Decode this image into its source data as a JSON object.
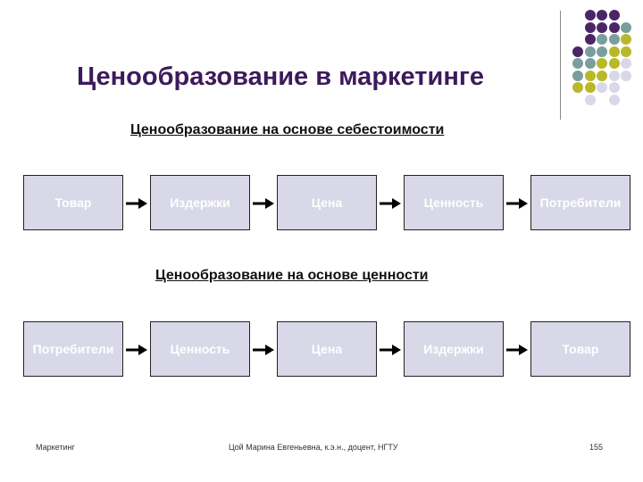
{
  "title": "Ценообразование в маркетинге",
  "flow_cost": {
    "heading": "Ценообразование на основе себестоимости",
    "steps": [
      "Товар",
      "Издержки",
      "Цена",
      "Ценность",
      "Потребители"
    ]
  },
  "flow_value": {
    "heading": "Ценообразование на основе ценности",
    "steps": [
      "Потребители",
      "Ценность",
      "Цена",
      "Издержки",
      "Товар"
    ]
  },
  "footer": {
    "left": "Маркетинг",
    "center": "Цой Марина Евгеньевна, к.э.н., доцент, НГТУ",
    "page": "155"
  },
  "colors": {
    "title": "#3d1a5c",
    "box_fill": "#d8d8e8",
    "purple": "#4b2667",
    "teal": "#7a9e9c",
    "olive": "#b8b82a",
    "lavender": "#d8d8e8"
  }
}
